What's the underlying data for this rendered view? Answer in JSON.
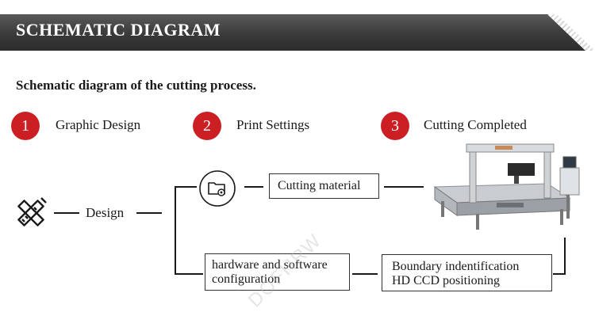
{
  "header": {
    "title": "SCHEMATIC DIAGRAM"
  },
  "subtitle": "Schematic diagram of the cutting process.",
  "steps": [
    {
      "number": "1",
      "label": "Graphic Design"
    },
    {
      "number": "2",
      "label": "Print Settings"
    },
    {
      "number": "3",
      "label": "Cutting Completed"
    }
  ],
  "flow": {
    "design_label": "Design",
    "cutting_material": "Cutting material",
    "hardware_line1": "hardware and software",
    "hardware_line2": "configuration",
    "boundary_line1": "Boundary indentification",
    "boundary_line2": "HD CCD positioning"
  },
  "watermark": "DOFHRW",
  "colors": {
    "accent": "#cc1f24",
    "banner": "#3a3a3a"
  },
  "icons": [
    "design-tools-icon",
    "folder-settings-icon",
    "cutting-machine-image"
  ]
}
